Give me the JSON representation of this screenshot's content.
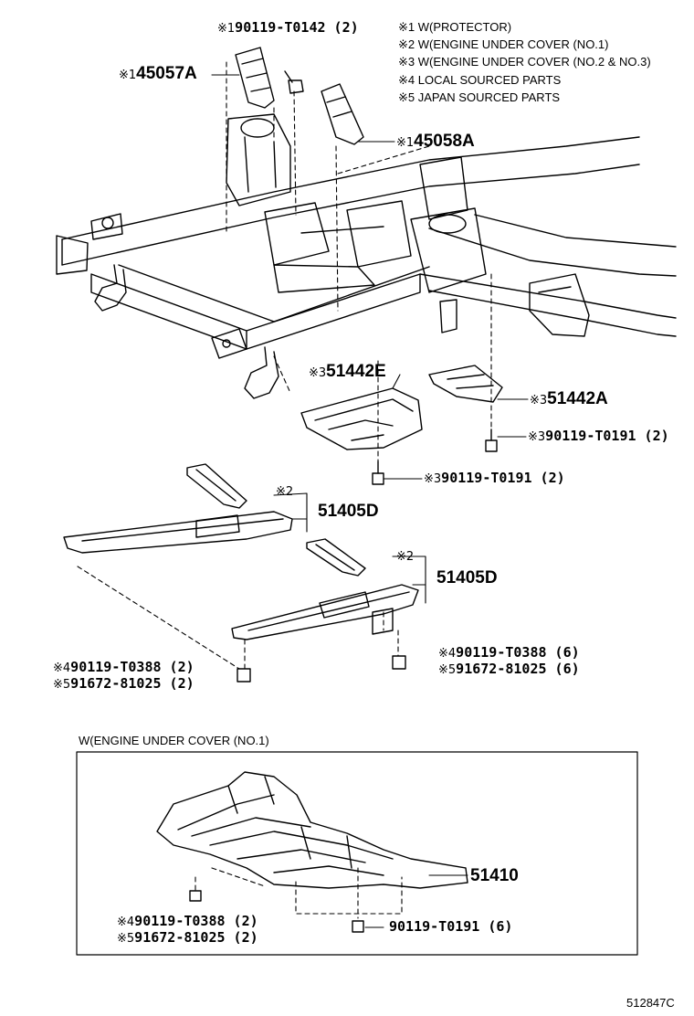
{
  "legend": [
    {
      "mark": "※1",
      "text": "W(PROTECTOR)"
    },
    {
      "mark": "※2",
      "text": "W(ENGINE UNDER COVER (NO.1)"
    },
    {
      "mark": "※3",
      "text": "W(ENGINE UNDER COVER (NO.2 & NO.3)"
    },
    {
      "mark": "※4",
      "text": "LOCAL SOURCED PARTS"
    },
    {
      "mark": "※5",
      "text": "JAPAN SOURCED PARTS"
    }
  ],
  "callouts": {
    "bolt_top": {
      "mark": "※1",
      "part": "90119-T0142",
      "qty": "(2)"
    },
    "protector_left": {
      "mark": "※1",
      "part": "45057A"
    },
    "protector_right": {
      "mark": "※1",
      "part": "45058A"
    },
    "cover_center": {
      "mark": "※3",
      "part": "51442E"
    },
    "cover_right": {
      "mark": "※3",
      "part": "51442A"
    },
    "bolt_right": {
      "mark": "※3",
      "part": "90119-T0191",
      "qty": "(2)"
    },
    "bolt_center": {
      "mark": "※3",
      "part": "90119-T0191",
      "qty": "(2)"
    },
    "bracket_upper_mark": "※2",
    "bracket_upper_part": "51405D",
    "bracket_lower_mark": "※2",
    "bracket_lower_part": "51405D",
    "bolt_lower_left_a": {
      "mark": "※4",
      "part": "90119-T0388",
      "qty": "(2)"
    },
    "bolt_lower_left_b": {
      "mark": "※5",
      "part": "91672-81025",
      "qty": "(2)"
    },
    "bolt_lower_right_a": {
      "mark": "※4",
      "part": "90119-T0388",
      "qty": "(6)"
    },
    "bolt_lower_right_b": {
      "mark": "※5",
      "part": "91672-81025",
      "qty": "(6)"
    }
  },
  "inset": {
    "title": "W(ENGINE UNDER COVER (NO.1)",
    "cover_part": "51410",
    "bolt_a": {
      "mark": "※4",
      "part": "90119-T0388",
      "qty": "(2)"
    },
    "bolt_b": {
      "mark": "※5",
      "part": "91672-81025",
      "qty": "(2)"
    },
    "bolt_c": {
      "part": "90119-T0191",
      "qty": "(6)"
    }
  },
  "illustration_id": "512847C"
}
